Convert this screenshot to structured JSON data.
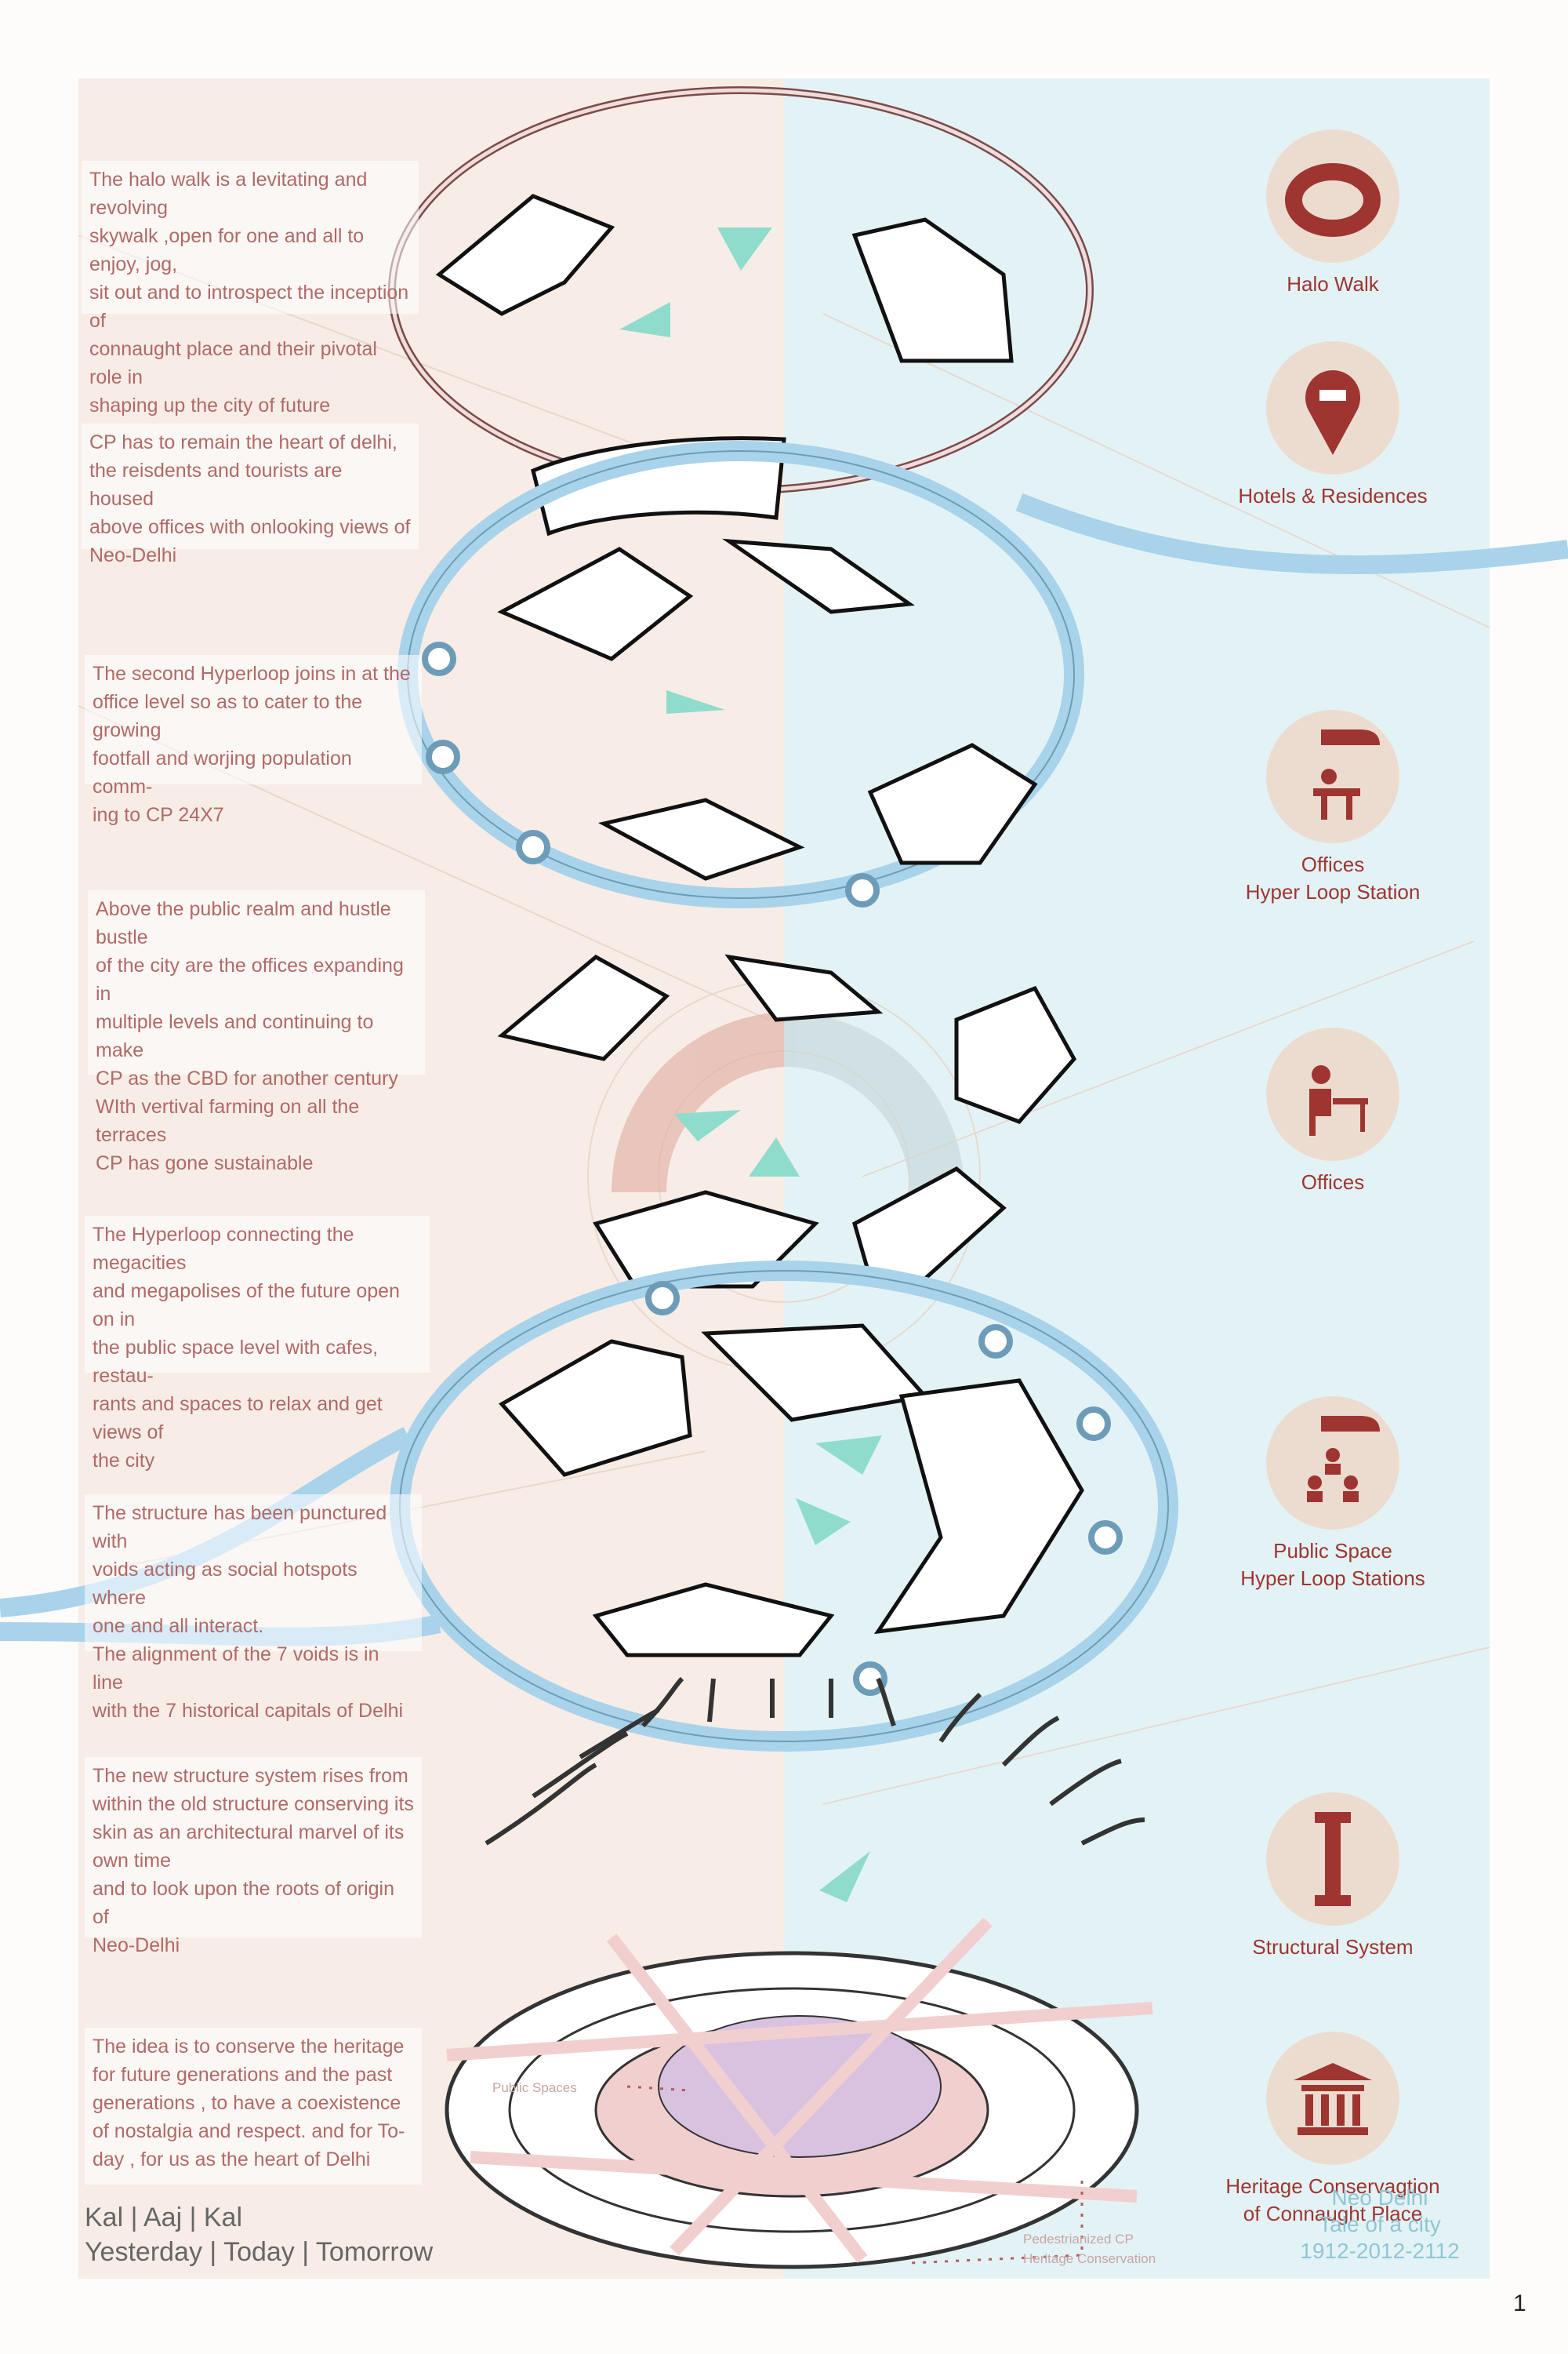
{
  "descriptions": [
    {
      "id": "halo",
      "text": "The halo walk is a levitating and revolving\nskywalk ,open for one and all to enjoy, jog,\nsit out and to introspect the inception of\nconnaught place and their pivotal role in\nshaping up the city of future"
    },
    {
      "id": "hotels",
      "text": "CP has to remain the heart of delhi,\nthe reisdents and tourists are housed\nabove offices with onlooking views of\nNeo-Delhi"
    },
    {
      "id": "hyperloop2",
      "text": "The second Hyperloop joins in at the\noffice level so as to cater to the growing\nfootfall and worjing population comm-\ning to CP 24X7"
    },
    {
      "id": "offices",
      "text": "Above the public realm and hustle bustle\nof the city are the offices expanding in\nmultiple levels and continuing to make\nCP as the CBD for another century\nWIth vertival farming on all the terraces\nCP has gone sustainable"
    },
    {
      "id": "publicspace",
      "text": "The Hyperloop connecting the megacities\nand megapolises of the future open on in\nthe public space level with cafes, restau-\nrants and spaces to relax and get views of\nthe city"
    },
    {
      "id": "voids",
      "text": "The structure has been punctured with\nvoids acting as social hotspots where\none and all interact.\nThe alignment of the 7 voids is in line\nwith the 7 historical capitals of Delhi"
    },
    {
      "id": "structure",
      "text": "The new structure system rises from\nwithin the old structure conserving its\nskin as an architectural marvel of its\nown time\nand to look upon the roots of origin of\nNeo-Delhi"
    },
    {
      "id": "heritage",
      "text": "The idea is to conserve the heritage\nfor future generations and the past\ngenerations , to have a coexistence\nof nostalgia and respect. and for To-\nday , for us as the heart of Delhi"
    }
  ],
  "legend": [
    {
      "id": "halo",
      "icon": "halo-ring-icon",
      "label": "Halo Walk"
    },
    {
      "id": "hotels",
      "icon": "map-pin-bed-icon",
      "label": "Hotels & Residences"
    },
    {
      "id": "offices-hyperloop",
      "icon": "train-desk-icon",
      "label": "Offices\nHyper Loop Station"
    },
    {
      "id": "offices",
      "icon": "desk-worker-icon",
      "label": "Offices"
    },
    {
      "id": "public",
      "icon": "train-people-icon",
      "label": "Public Space\nHyper Loop Stations"
    },
    {
      "id": "structural",
      "icon": "column-icon",
      "label": "Structural System"
    },
    {
      "id": "heritage",
      "icon": "temple-icon",
      "label": "Heritage Conservagtion\nof Connaught Place"
    }
  ],
  "footer": {
    "line1": "Kal | Aaj | Kal",
    "line2": "Yesterday | Today | Tomorrow",
    "right1": "Neo Delhi",
    "right2": "Tale of a city",
    "right3": "1912-2012-2112"
  },
  "labels": {
    "public_spaces": "Public Spaces",
    "pedestrian1": "Pedestrianized CP",
    "pedestrian2": "Heritage Conservation"
  },
  "page_number": "1",
  "colors": {
    "accent": "#9e3531",
    "hyperloop": "#a9d3ea",
    "left_bg": "#f7ede6",
    "right_bg": "#e3f3f5",
    "void": "#8fdccd"
  }
}
